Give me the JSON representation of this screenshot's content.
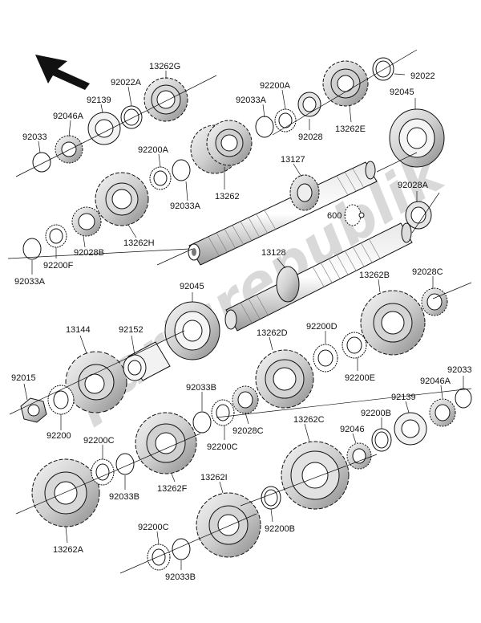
{
  "watermark": "partsrepublik",
  "colors": {
    "ink": "#111111",
    "metal_light": "#f2f2f2",
    "metal_mid": "#bdbdbd",
    "metal_dark": "#6e6e6e",
    "watermark": "#d9d9d9"
  },
  "icons": {
    "front_arrow": "arrow-icon"
  },
  "labels": {
    "p13262G": "13262G",
    "p92022A": "92022A",
    "p92139_top": "92139",
    "p92046A_top": "92046A",
    "p92033_top": "92033",
    "p92200A_top": "92200A",
    "p92033A_top": "92033A",
    "p92028_top": "92028",
    "p13262E": "13262E",
    "p92022": "92022",
    "p92045_top": "92045",
    "p92200A_mid": "92200A",
    "p92033A_mid": "92033A",
    "p13262": "13262",
    "p13127": "13127",
    "p92028A": "92028A",
    "p600": "600",
    "p13262H": "13262H",
    "p92028B": "92028B",
    "p92200F": "92200F",
    "p92033A_left": "92033A",
    "p13128": "13128",
    "p13262B": "13262B",
    "p92028C_right": "92028C",
    "p92045_mid": "92045",
    "p13144": "13144",
    "p92152": "92152",
    "p13262D": "13262D",
    "p92200D": "92200D",
    "p92200E": "92200E",
    "p92015": "92015",
    "p92200_left": "92200",
    "p92033B_mid": "92033B",
    "p92200C_mid": "92200C",
    "p92028C_mid": "92028C",
    "p92033_right": "92033",
    "p92046A_right": "92046A",
    "p92139_right": "92139",
    "p92200B_right": "92200B",
    "p13262C": "13262C",
    "p92046": "92046",
    "p92200C_left": "92200C",
    "p92033B_left": "92033B",
    "p13262F": "13262F",
    "p13262I": "13262I",
    "p92200B_bottom": "92200B",
    "p13262A": "13262A",
    "p92200C_bottom": "92200C",
    "p92033B_bottom": "92033B"
  }
}
